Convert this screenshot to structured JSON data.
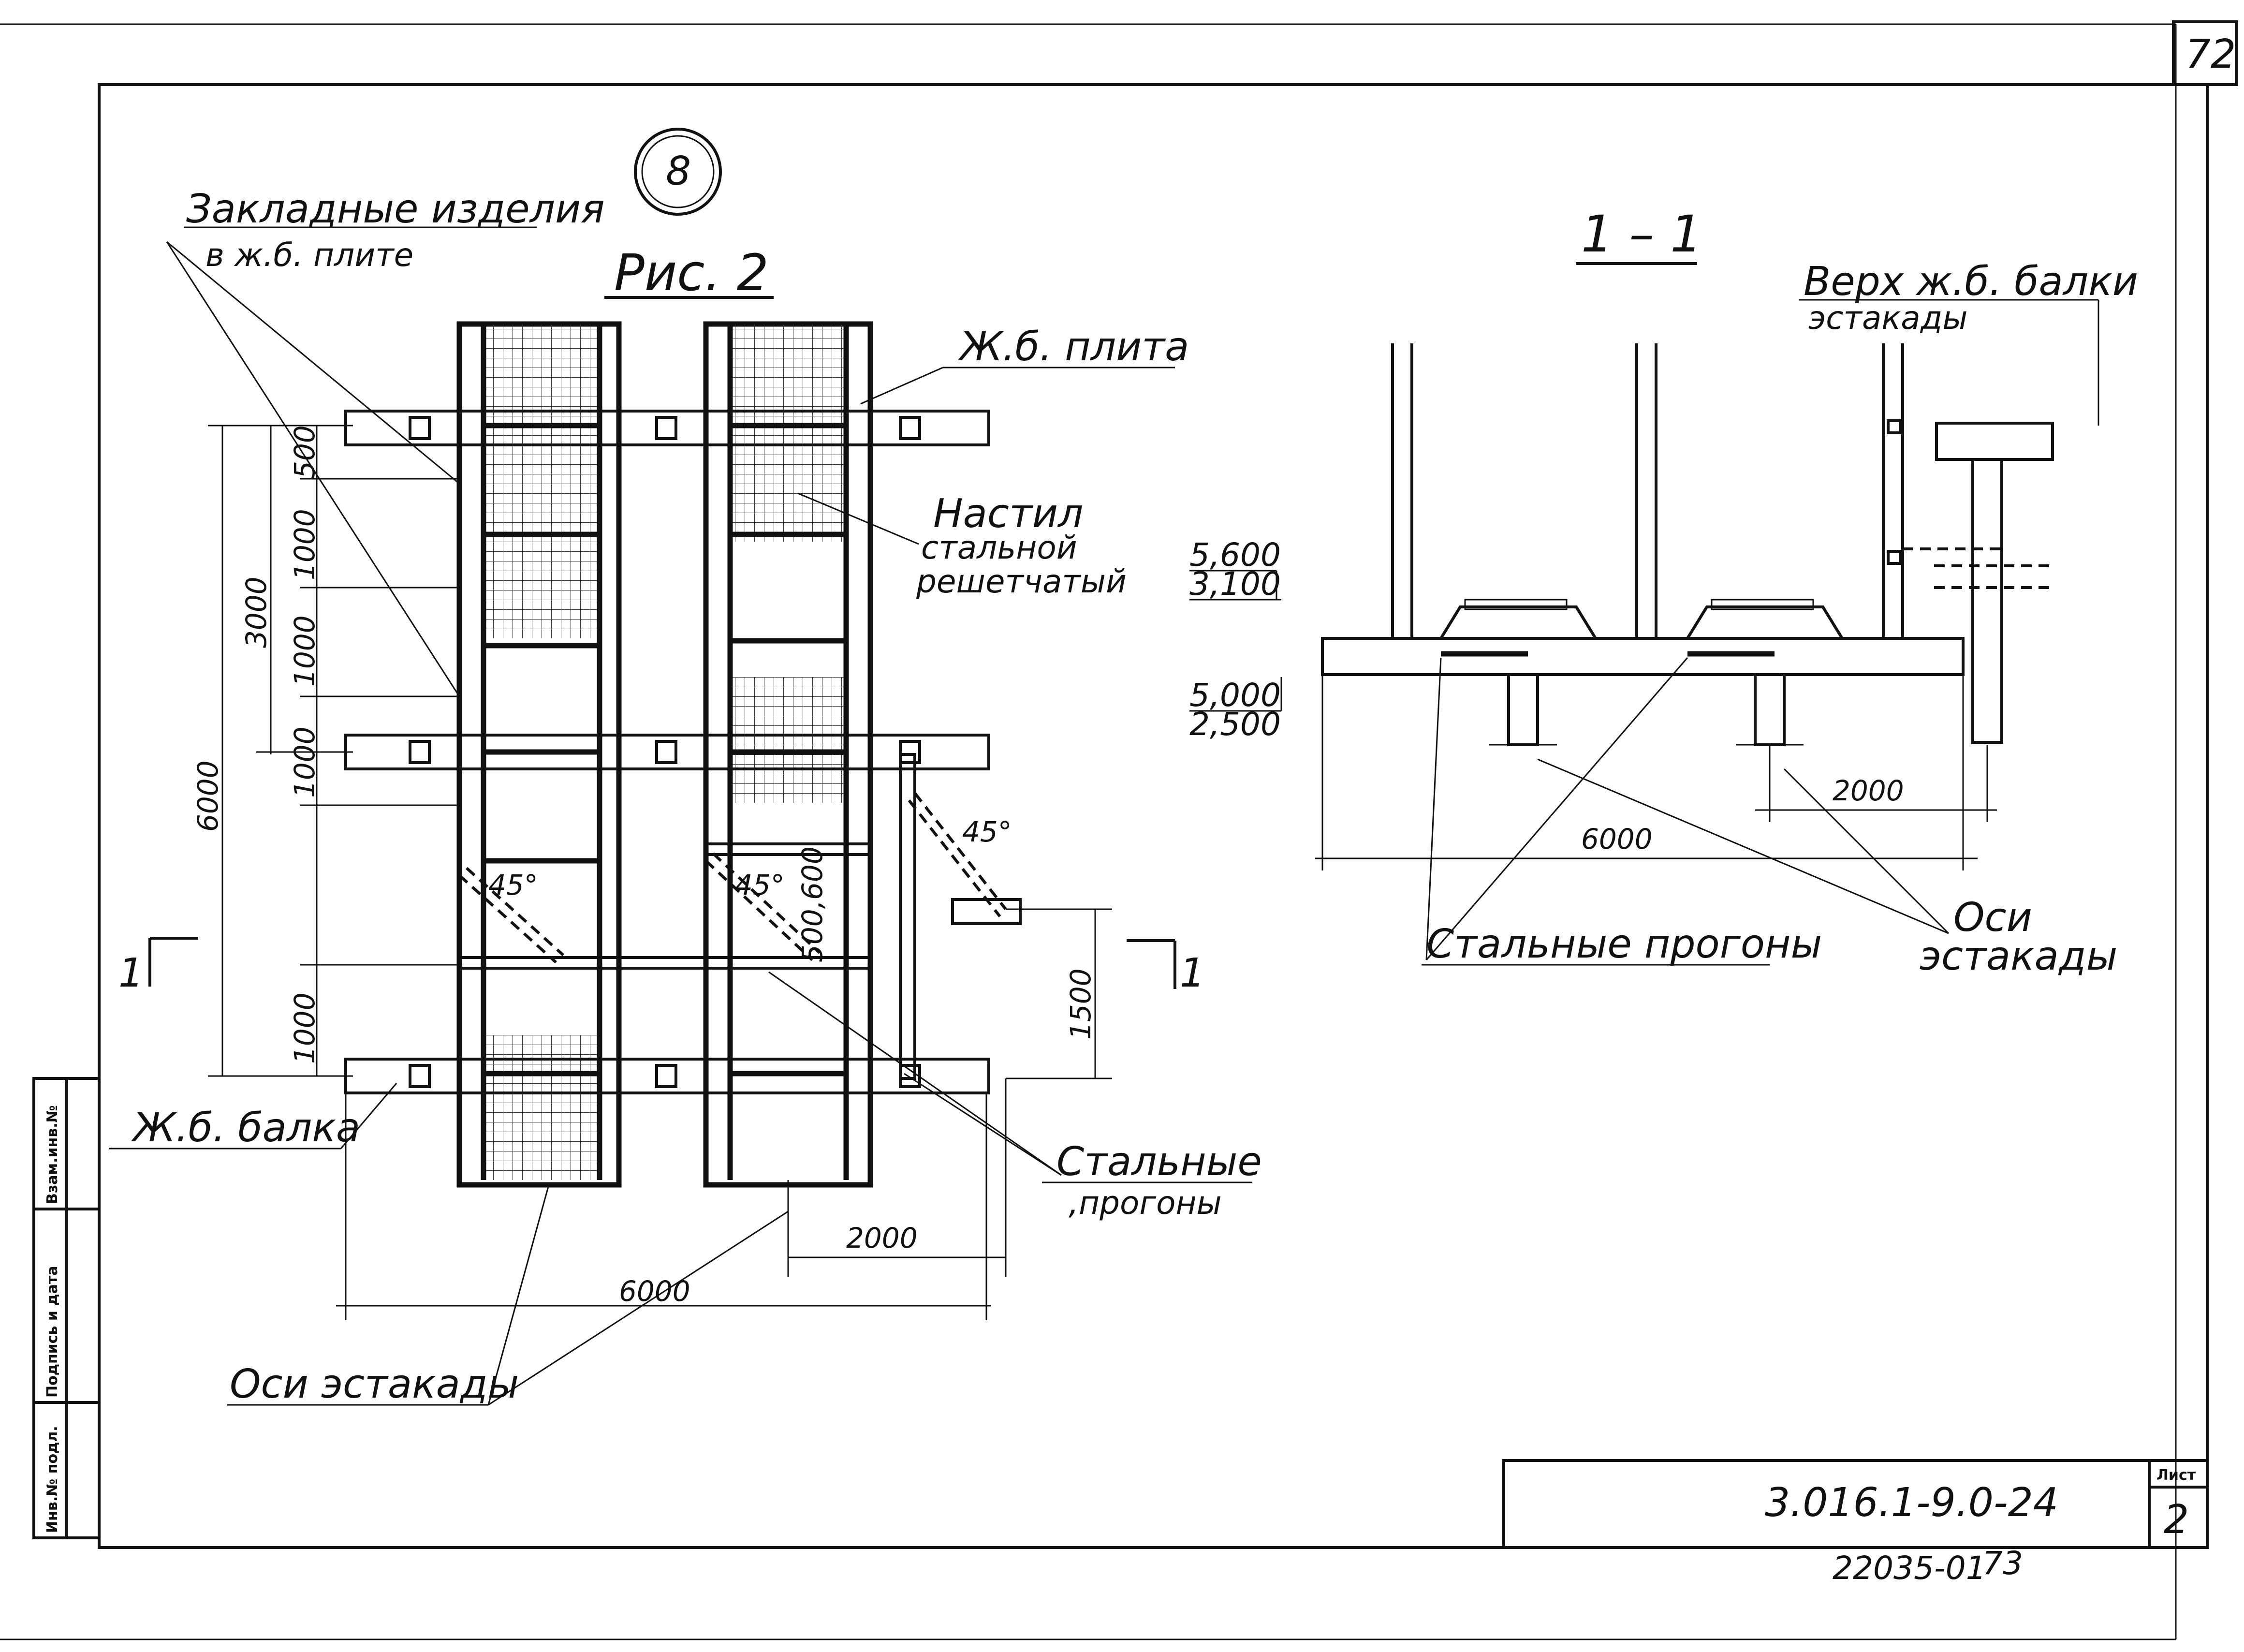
{
  "page_number": "72",
  "title_block": {
    "designation": "3.016.1-9.0-24",
    "sheet_label": "Лист",
    "sheet_number": "2",
    "archive_number": "22035-01",
    "archive_suffix": "73"
  },
  "side_stamp": {
    "inv_podl": "Инв.№ подл.",
    "podpis_data": "Подпись и дата",
    "vzam_inv": "Взам.инв.№"
  },
  "plan": {
    "variant_circle": "8",
    "figure_title": "Рис. 2",
    "callouts": {
      "embedded_items_line1": "Закладные изделия",
      "embedded_items_line2": "в ж.б. плите",
      "rc_slab": "Ж.б. плита",
      "grating_line1": "Настил",
      "grating_line2": "стальной",
      "grating_line3": "решетчатый",
      "rc_beam": "Ж.б. балка",
      "steel_purlins_line1": "Стальные",
      "steel_purlins_line2": ",прогоны",
      "trestle_axes": "Оси эстакады"
    },
    "section_mark_left": "1",
    "section_mark_right": "1",
    "angle_1": "45°",
    "angle_2": "45°",
    "angle_3": "45°",
    "dims": {
      "d500": "500",
      "d1000_a": "1000",
      "d1000_b": "1000",
      "d1000_c": "1000",
      "d1000_d": "1000",
      "d3000": "3000",
      "d6000_v": "6000",
      "d500_600": "500,600",
      "d1500": "1500",
      "d2000": "2000",
      "d6000_h": "6000"
    }
  },
  "section": {
    "title": "1 – 1",
    "callouts": {
      "beam_top_line1": "Верх ж.б. балки",
      "beam_top_line2": "эстакады",
      "steel_purlins": "Стальные прогоны",
      "axes_line1": "Оси",
      "axes_line2": "эстакады"
    },
    "elevation_1_top": "5,600",
    "elevation_1_bottom": "3,100",
    "elevation_2_top": "5,000",
    "elevation_2_bottom": "2,500",
    "dim_2000": "2000",
    "dim_6000": "6000"
  }
}
